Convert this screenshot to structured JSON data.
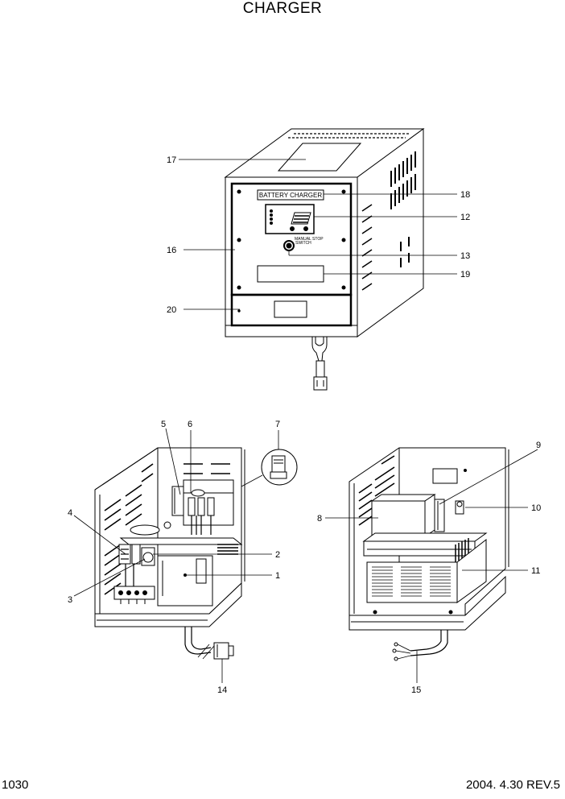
{
  "title": "CHARGER",
  "page_number": "1030",
  "revision": "2004. 4.30 REV.5",
  "front_panel": {
    "nameplate": "BATTERY CHARGER",
    "switch_label_line1": "MANUAL STOP",
    "switch_label_line2": "SWITCH"
  },
  "callouts": {
    "c1": "1",
    "c2": "2",
    "c3": "3",
    "c4": "4",
    "c5": "5",
    "c6": "6",
    "c7": "7",
    "c8": "8",
    "c9": "9",
    "c10": "10",
    "c11": "11",
    "c12": "12",
    "c13": "13",
    "c14": "14",
    "c15": "15",
    "c16": "16",
    "c17": "17",
    "c18": "18",
    "c19": "19",
    "c20": "20"
  }
}
